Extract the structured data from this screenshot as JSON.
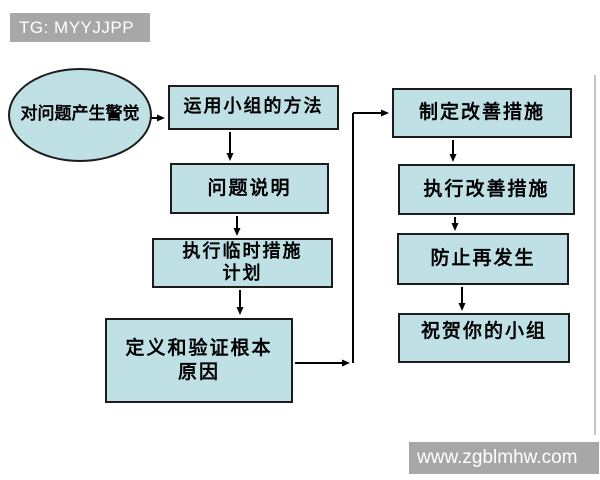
{
  "watermarks": {
    "top_left": "TG: MYYJJPP",
    "bottom_right": "www.zgblmhw.com"
  },
  "flowchart": {
    "start": {
      "shape": "ellipse",
      "label": "对问题产生警觉"
    },
    "nodes": [
      {
        "id": "use-team-method",
        "label": "运用小组的方法"
      },
      {
        "id": "problem-description",
        "label": "问题说明"
      },
      {
        "id": "implement-interim-measures-plan",
        "label": "执行临时措施\n计划"
      },
      {
        "id": "define-verify-root-cause",
        "label": "定义和验证根本\n原因"
      },
      {
        "id": "formulate-improvement-measures",
        "label": "制定改善措施"
      },
      {
        "id": "implement-improvement-measures",
        "label": "执行改善措施"
      },
      {
        "id": "prevent-recurrence",
        "label": "防止再发生"
      },
      {
        "id": "congratulate-your-team",
        "label": "祝贺你的小组"
      }
    ]
  },
  "colors": {
    "node_fill": "#bfe0e4",
    "node_border": "#1c1c1c",
    "watermark_bg": "#a7a7a7",
    "watermark_text": "#ffffff",
    "arrow": "#000000"
  }
}
